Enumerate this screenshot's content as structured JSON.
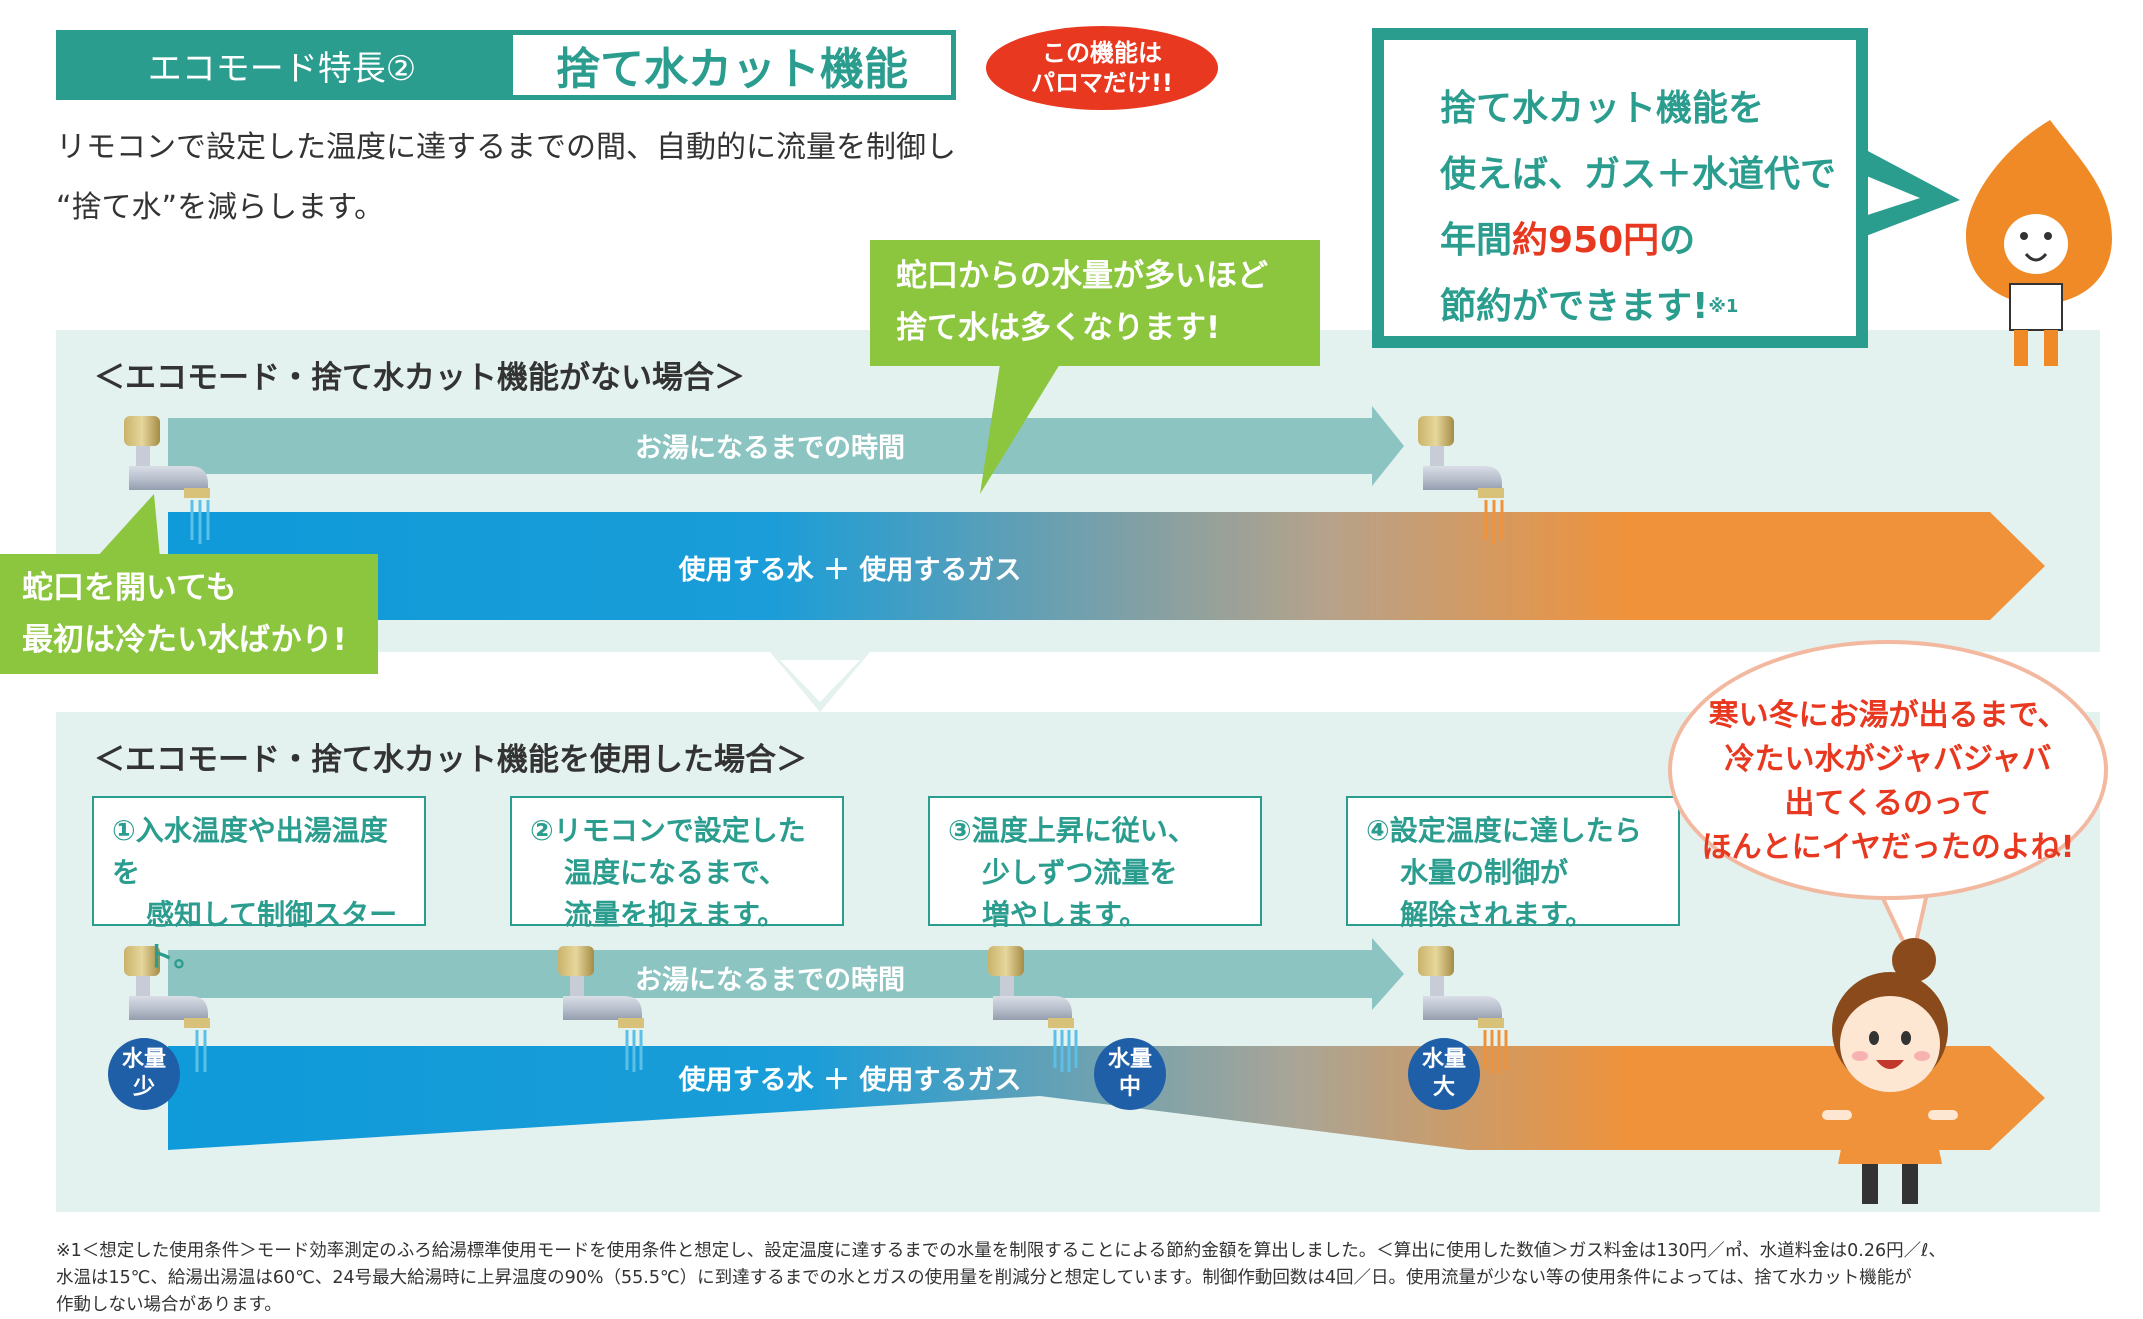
{
  "header": {
    "left_label": "エコモード特長②",
    "title": "捨て水カット機能",
    "badge_line1": "この機能は",
    "badge_line2": "パロマだけ!!"
  },
  "intro": {
    "line1": "リモコンで設定した温度に達するまでの間、自動的に流量を制御し",
    "line2": "“捨て水”を減らします。"
  },
  "callout": {
    "line1": "捨て水カット機能を",
    "line2": "使えば、ガス＋水道代で",
    "line3_pre": "年間",
    "line3_highlight": "約950円",
    "line3_post": "の",
    "line4": "節約ができます!",
    "footnote_mark": "※1"
  },
  "green_bubble_top": {
    "line1": "蛇口からの水量が多いほど",
    "line2": "捨て水は多くなります!"
  },
  "green_bubble_left": {
    "line1": "蛇口を開いても",
    "line2": "最初は冷たい水ばかり!"
  },
  "section1": {
    "title": "＜エコモード・捨て水カット機能がない場合＞",
    "time_arrow_label": "お湯になるまでの時間",
    "main_bar_label": "使用する水 ＋ 使用するガス"
  },
  "section2": {
    "title": "＜エコモード・捨て水カット機能を使用した場合＞",
    "time_arrow_label": "お湯になるまでの時間",
    "main_bar_label": "使用する水 ＋ 使用するガス",
    "steps": [
      {
        "line1": "①入水温度や出湯温度を",
        "line2": "感知して制御スタート。",
        "line3": ""
      },
      {
        "line1": "②リモコンで設定した",
        "line2": "温度になるまで、",
        "line3": "流量を抑えます。"
      },
      {
        "line1": "③温度上昇に従い、",
        "line2": "少しずつ流量を",
        "line3": "増やします。"
      },
      {
        "line1": "④設定温度に達したら",
        "line2": "水量の制御が",
        "line3": "解除されます。"
      }
    ],
    "flow_badges": [
      {
        "top": "水量",
        "bottom": "少"
      },
      {
        "top": "水量",
        "bottom": "中"
      },
      {
        "top": "水量",
        "bottom": "大"
      }
    ]
  },
  "speech_bubble": {
    "line1": "寒い冬にお湯が出るまで、",
    "line2": "冷たい水がジャバジャバ",
    "line3": "出てくるのって",
    "line4": "ほんとにイヤだったのよね!"
  },
  "footnote": {
    "line1": "※1＜想定した使用条件＞モード効率測定のふろ給湯標準使用モードを使用条件と想定し、設定温度に達するまでの水量を制限することによる節約金額を算出しました。＜算出に使用した数値＞ガス料金は130円／㎥、水道料金は0.26円／ℓ、",
    "line2": "水温は15℃、給湯出湯温は60℃、24号最大給湯時に上昇温度の90%（55.5℃）に到達するまでの水とガスの使用量を削減分と想定しています。制御作動回数は4回／日。使用流量が少ない等の使用条件によっては、捨て水カット機能が",
    "line3": "作動しない場合があります。"
  },
  "colors": {
    "teal": "#2a9d8f",
    "green": "#8cc63f",
    "red": "#e83820",
    "blue": "#0f9ad9",
    "orange": "#f0923a",
    "panel": "#e4f2ef"
  }
}
